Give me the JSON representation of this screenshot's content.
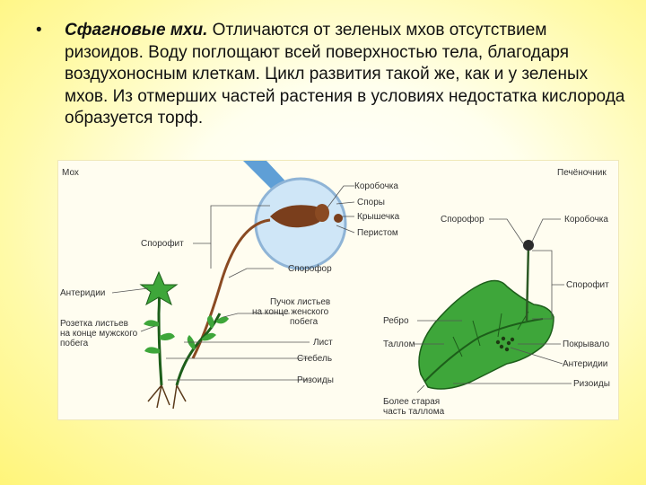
{
  "slide": {
    "bullet": "•",
    "term": "Сфагновые мхи.",
    "text": "Отличаются от зеленых мхов отсутствием ризоидов. Воду поглощают всей поверхностью тела, благодаря воздухоносным клеткам. Цикл развития такой же, как и у зеленых мхов. Из отмерших частей растения в условиях недостатка кислорода образуется торф."
  },
  "diagram": {
    "moss": {
      "title": "Мох",
      "labels": {
        "sporophyte": "Спорофит",
        "antheridia": "Антеридии",
        "rosette_l1": "Розетка листьев",
        "rosette_l2": "на конце мужского",
        "rosette_l3": "побега",
        "capsule": "Коробочка",
        "spores": "Споры",
        "lid": "Крышечка",
        "peristome": "Перистом",
        "sporophore": "Спорофор",
        "tuft_l1": "Пучок листьев",
        "tuft_l2": "на конце женского",
        "tuft_l3": "побега",
        "leaf": "Лист",
        "stem": "Стебель",
        "rhizoids": "Ризоиды"
      }
    },
    "liverwort": {
      "title": "Печёночник",
      "labels": {
        "sporophore": "Спорофор",
        "capsule": "Коробочка",
        "sporophyte": "Спорофит",
        "rib": "Ребро",
        "thallus": "Таллом",
        "cover": "Покрывало",
        "antheridia": "Антеридии",
        "rhizoids": "Ризоиды",
        "older_l1": "Более старая",
        "older_l2": "часть таллома"
      }
    },
    "colors": {
      "leaf_green": "#3ea63a",
      "leaf_dark": "#1d5e1a",
      "lens_blue": "#cfe6f7",
      "handle_blue": "#5f9fd6",
      "stalk_brown": "#8a4a22",
      "capsule_brown": "#7a3e1c"
    }
  }
}
